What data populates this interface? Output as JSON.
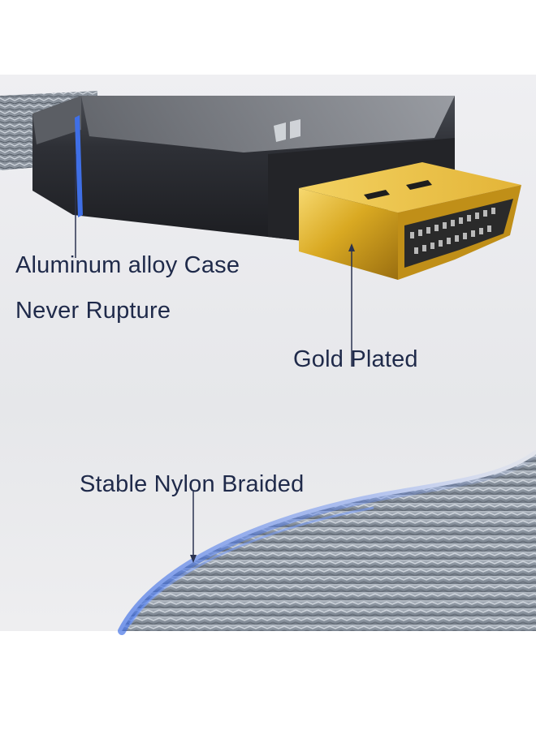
{
  "product_photo": {
    "callouts": {
      "case": "Aluminum alloy Case",
      "rupture": "Never Rupture",
      "gold": "Gold Plated",
      "nylon": "Stable Nylon Braided"
    },
    "colors": {
      "text": "#1f2a4a",
      "background": "#e9e9ec",
      "connector_body": "#2c2e33",
      "gold": "#d6a924",
      "braid": "#9aa3ad",
      "glow": "#3f6fe6"
    }
  }
}
